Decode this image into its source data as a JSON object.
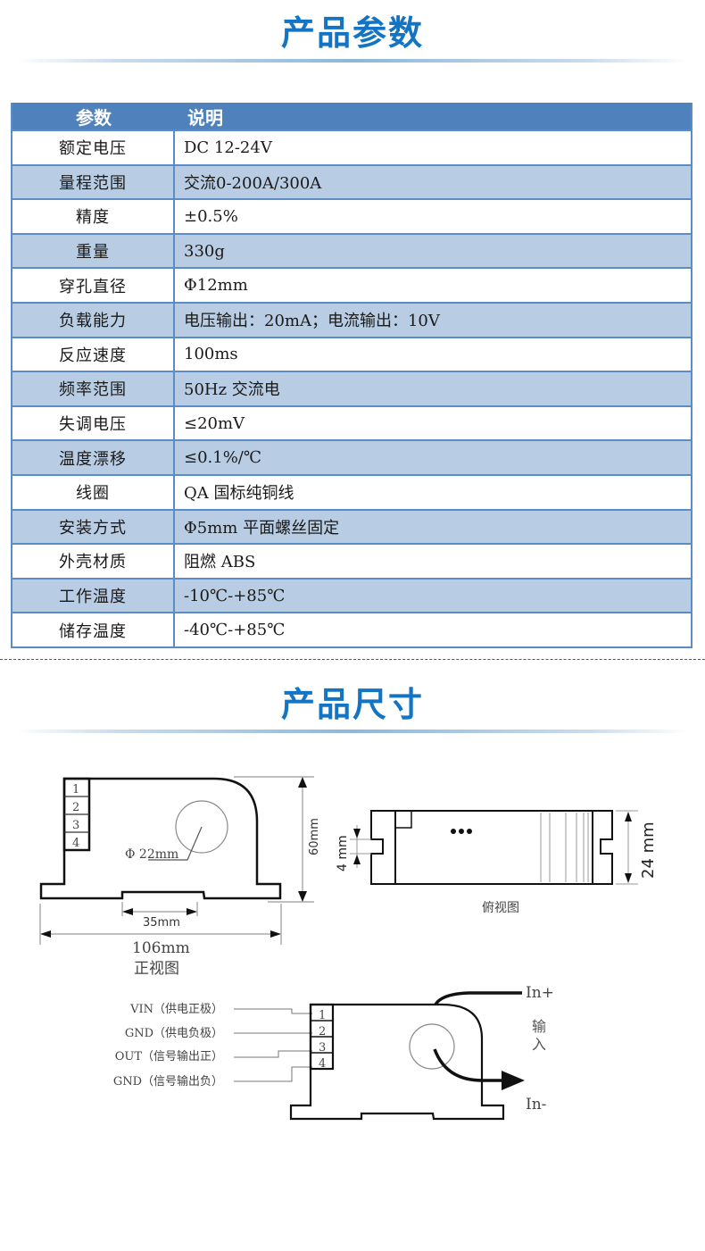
{
  "params_section": {
    "title": "产品参数",
    "table": {
      "headers": [
        "参数",
        "说明"
      ],
      "rows": [
        {
          "param": "额定电压",
          "desc": "DC 12-24V"
        },
        {
          "param": "量程范围",
          "desc": "交流0-200A/300A"
        },
        {
          "param": "精度",
          "desc": "±0.5%"
        },
        {
          "param": "重量",
          "desc": "330g"
        },
        {
          "param": "穿孔直径",
          "desc": "Φ12mm"
        },
        {
          "param": "负载能力",
          "desc": "电压输出：20mA；电流输出：10V"
        },
        {
          "param": "反应速度",
          "desc": "100ms"
        },
        {
          "param": "频率范围",
          "desc": "50Hz 交流电"
        },
        {
          "param": "失调电压",
          "desc": "≤20mV"
        },
        {
          "param": "温度漂移",
          "desc": "≤0.1%/℃"
        },
        {
          "param": "线圈",
          "desc": "QA 国标纯铜线"
        },
        {
          "param": "安装方式",
          "desc": "Φ5mm 平面螺丝固定"
        },
        {
          "param": "外壳材质",
          "desc": "阻燃 ABS"
        },
        {
          "param": "工作温度",
          "desc": "-10℃-+85℃"
        },
        {
          "param": "储存温度",
          "desc": "-40℃-+85℃"
        }
      ]
    }
  },
  "dimensions_section": {
    "title": "产品尺寸",
    "front_view": {
      "caption": "正视图",
      "pins": [
        "1",
        "2",
        "3",
        "4"
      ],
      "hole_label": "Φ 22mm",
      "height_label": "60mm",
      "slot_label": "35mm",
      "width_label": "106mm"
    },
    "top_view": {
      "caption": "俯视图",
      "notch_label": "4 mm",
      "depth_label": "24 mm"
    },
    "wiring": {
      "pin_labels": [
        "VIN（供电正极）",
        "GND（供电负极）",
        "OUT（信号输出正）",
        "GND（信号输出负）"
      ],
      "pins": [
        "1",
        "2",
        "3",
        "4"
      ],
      "input_plus": "In+",
      "input_minus": "In-",
      "input_label_1": "输",
      "input_label_2": "入"
    }
  },
  "colors": {
    "title_blue": "#1474c4",
    "header_blue": "#4f81bd",
    "alt_row": "#b8cce4",
    "border": "#5b8cc6"
  }
}
